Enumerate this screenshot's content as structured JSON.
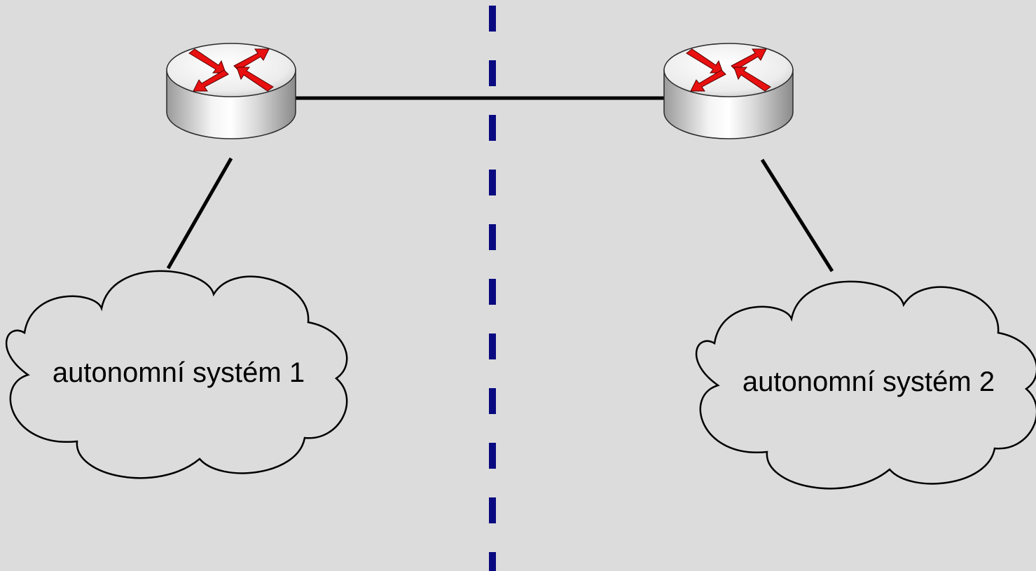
{
  "diagram": {
    "background_color": "#dcdcdc",
    "divider_color": "#0a0a80",
    "link_color": "#000000",
    "arrow_color": "#e81010",
    "nodes": [
      {
        "id": "router-1",
        "icon": "router-icon"
      },
      {
        "id": "router-2",
        "icon": "router-icon"
      },
      {
        "id": "cloud-1",
        "icon": "cloud-icon",
        "label": "autonomní systém 1"
      },
      {
        "id": "cloud-2",
        "icon": "cloud-icon",
        "label": "autonomní systém 2"
      }
    ],
    "links": [
      {
        "from": "router-1",
        "to": "router-2"
      },
      {
        "from": "router-1",
        "to": "cloud-1"
      },
      {
        "from": "router-2",
        "to": "cloud-2"
      }
    ],
    "divider": {
      "style": "dashed",
      "orientation": "vertical"
    }
  }
}
